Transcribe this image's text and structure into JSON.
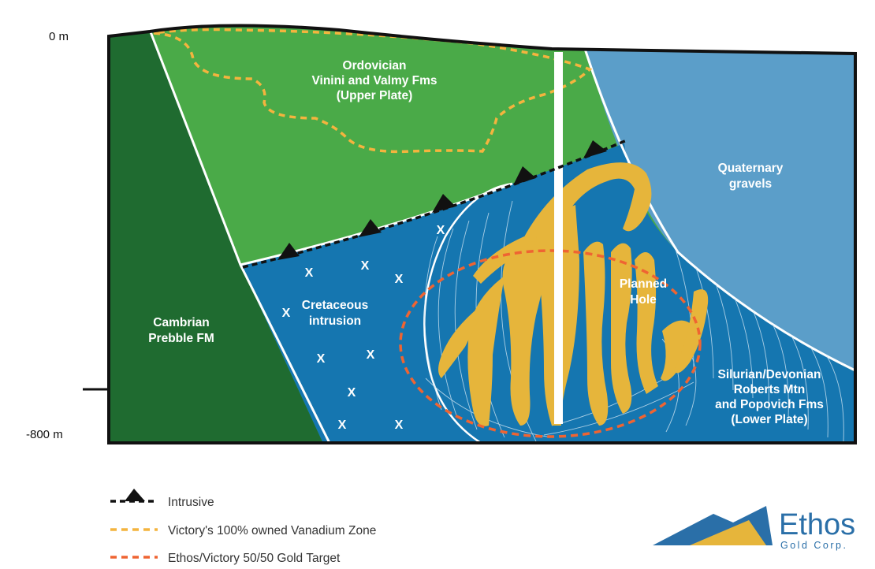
{
  "axis": {
    "top_label": "0 m",
    "bottom_label": "-800 m"
  },
  "units": {
    "ordovician": {
      "line1": "Ordovician",
      "line2": "Vinini and Valmy Fms",
      "line3": "(Upper Plate)"
    },
    "quaternary": {
      "line1": "Quaternary",
      "line2": "gravels"
    },
    "cambrian": {
      "line1": "Cambrian",
      "line2": "Prebble FM"
    },
    "cretaceous": {
      "line1": "Cretaceous",
      "line2": "intrusion"
    },
    "silurian": {
      "line1": "Silurian/Devonian",
      "line2": "Roberts Mtn",
      "line3": "and Popovich Fms",
      "line4": "(Lower Plate)"
    }
  },
  "planned_hole": {
    "line1": "Planned",
    "line2": "Hole"
  },
  "intrusion_marker": "X",
  "legend": {
    "intrusive": "Intrusive",
    "vanadium": "Victory's 100% owned Vanadium Zone",
    "gold": "Ethos/Victory 50/50 Gold Target"
  },
  "logo": {
    "name": "Ethos",
    "sub": "Gold Corp."
  },
  "colors": {
    "cambrian": "#1f6b30",
    "ordovician": "#4aaa48",
    "quaternary": "#5b9ec9",
    "intrusion": "#1576b0",
    "gold_body": "#e6b53b",
    "vanadium_line": "#f4b43e",
    "gold_target_line": "#ef6432",
    "brand_blue": "#2a6fa8"
  }
}
